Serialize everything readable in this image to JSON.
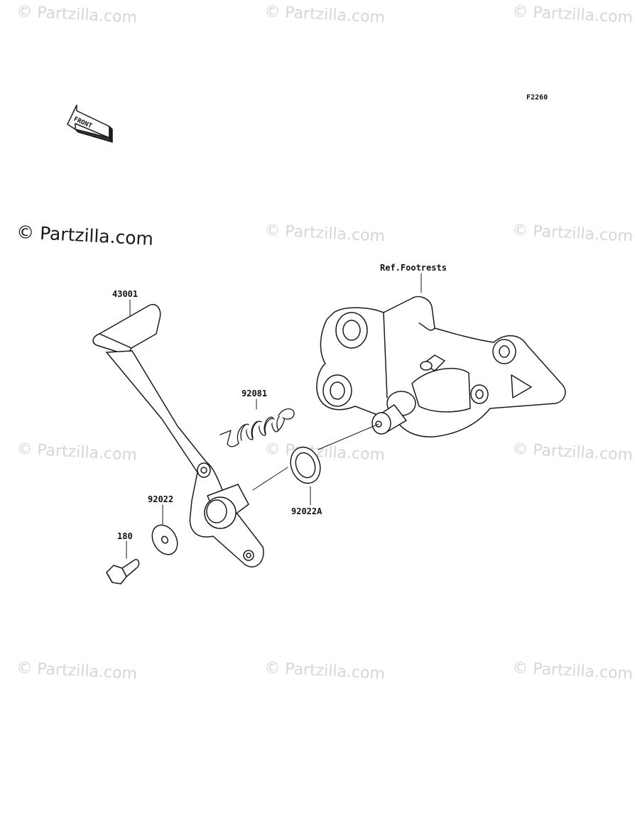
{
  "diagram_code": "F2260",
  "front_label": "FRONT",
  "watermark": "© Partzilla.com",
  "watermark_main": "© Partzilla.com",
  "parts": {
    "pedal": "43001",
    "spring": "92081",
    "washer": "92022",
    "washer_a": "92022A",
    "bolt": "180",
    "footrest_ref": "Ref.Footrests"
  }
}
